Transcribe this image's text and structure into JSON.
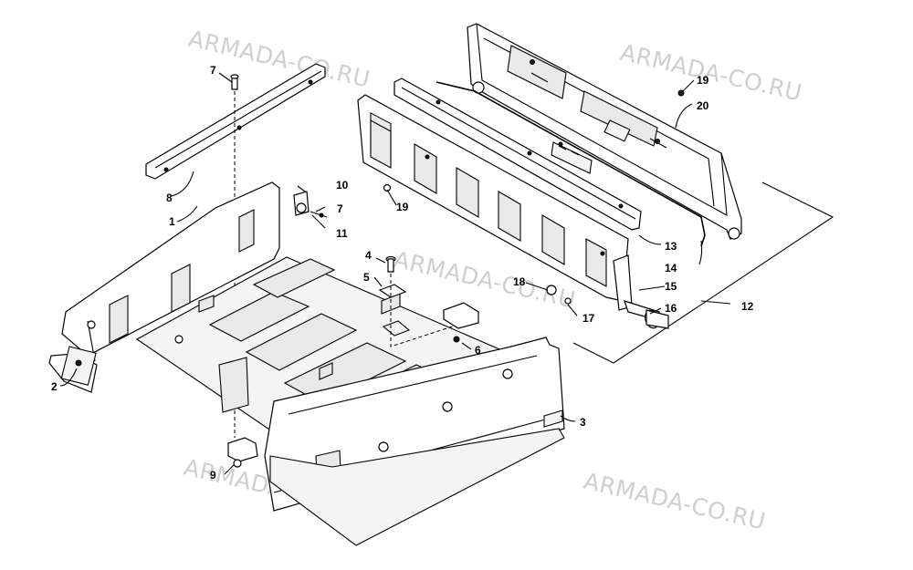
{
  "diagram": {
    "watermarks": [
      "ARMADA-CO.RU",
      "ARMADA-CO.RU",
      "ARMADA-CO.RU",
      "ARMADA-CO.RU",
      "ARMADA-CO.RU"
    ],
    "callouts": [
      "1",
      "2",
      "3",
      "4",
      "5",
      "6",
      "7",
      "7",
      "8",
      "9",
      "10",
      "11",
      "12",
      "13",
      "14",
      "15",
      "16",
      "17",
      "18",
      "19",
      "19",
      "20"
    ]
  }
}
